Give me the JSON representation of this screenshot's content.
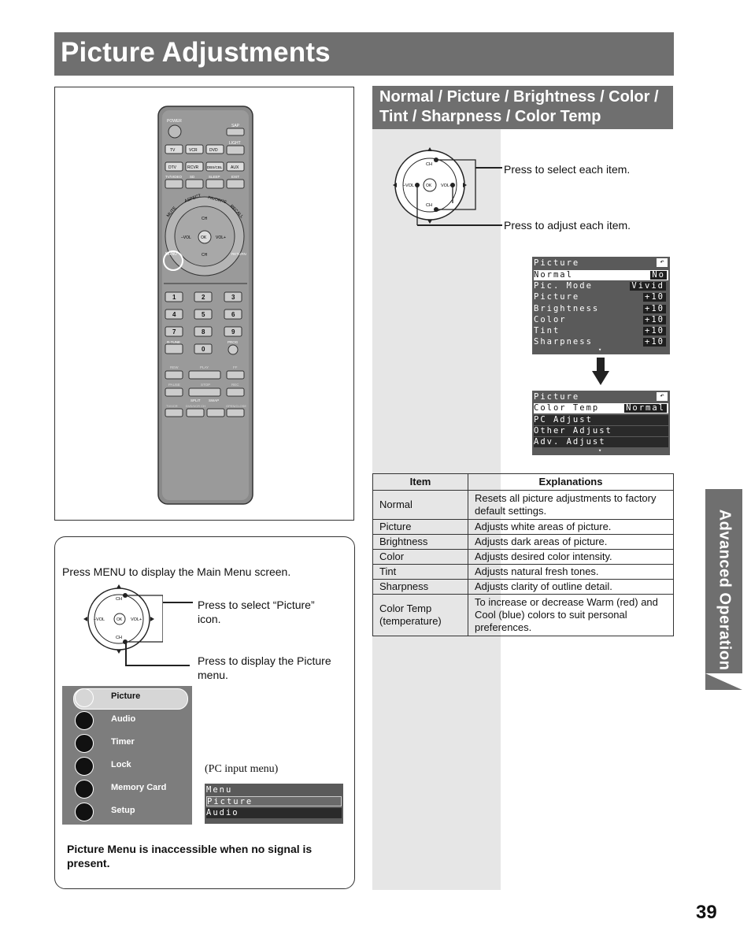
{
  "header": {
    "title": "Picture Adjustments"
  },
  "section": {
    "title": "Normal / Picture / Brightness / Color / Tint / Sharpness / Color Temp"
  },
  "side_tab": "Advanced Operation",
  "page_number": "39",
  "remote": {
    "power": "POWER",
    "sap": "SAP",
    "light": "LIGHT",
    "row1": [
      "TV",
      "VCR",
      "DVD"
    ],
    "row2": [
      "DTV",
      "RCVR",
      "DBS/CBL",
      "AUX"
    ],
    "row3": [
      "TV/VIDEO",
      "SD",
      "SLEEP",
      "EXIT"
    ],
    "arc": [
      "MUTE",
      "ASPECT",
      "FAVORITE",
      "RECALL"
    ],
    "ch": "CH",
    "vol_minus": "–VOL",
    "ok": "OK",
    "vol_plus": "VOL+",
    "menu": "MENU",
    "return": "RETURN",
    "digits": [
      "1",
      "2",
      "3",
      "4",
      "5",
      "6",
      "7",
      "8",
      "9",
      "0"
    ],
    "rtune": "R-TUNE",
    "prog": "PROG",
    "transport1": [
      "REW",
      "PLAY",
      "FF"
    ],
    "transport2": [
      "PAUSE",
      "STOP",
      "REC"
    ],
    "split": "SPLIT",
    "swap": "SWAP",
    "bottom": [
      "TV/VCR",
      "DVD/VCR CH",
      "OPEN/CLOSE"
    ]
  },
  "menu_box": {
    "instruction": "Press MENU to display the Main Menu screen.",
    "callout_select": "Press to select “Picture” icon.",
    "callout_display": "Press to display the Picture menu.",
    "menu_items": [
      "Picture",
      "Audio",
      "Timer",
      "Lock",
      "Memory Card",
      "Setup"
    ],
    "pc_label": "(PC input menu)",
    "pc_menu": [
      "Menu",
      "Picture",
      "Audio"
    ],
    "note": "Picture Menu is inaccessible when no signal is present."
  },
  "callouts": {
    "select": "Press to select each item.",
    "adjust": "Press to adjust each item."
  },
  "osd1": {
    "title": "Picture",
    "rows": [
      {
        "label": "Normal",
        "value": "No"
      },
      {
        "label": "Pic. Mode",
        "value": "Vivid"
      },
      {
        "label": "Picture",
        "value": "+10"
      },
      {
        "label": "Brightness",
        "value": "+10"
      },
      {
        "label": "Color",
        "value": "+10"
      },
      {
        "label": "Tint",
        "value": "+10"
      },
      {
        "label": "Sharpness",
        "value": "+10"
      }
    ]
  },
  "osd2": {
    "title": "Picture",
    "rows": [
      {
        "label": "Color Temp",
        "value": "Normal"
      },
      {
        "label": "PC Adjust",
        "value": ""
      },
      {
        "label": "Other Adjust",
        "value": ""
      },
      {
        "label": "Adv. Adjust",
        "value": ""
      }
    ]
  },
  "table": {
    "headers": [
      "Item",
      "Explanations"
    ],
    "rows": [
      [
        "Normal",
        "Resets all picture adjustments to factory default settings."
      ],
      [
        "Picture",
        "Adjusts white areas of picture."
      ],
      [
        "Brightness",
        "Adjusts dark areas of picture."
      ],
      [
        "Color",
        "Adjusts desired color intensity."
      ],
      [
        "Tint",
        "Adjusts natural fresh tones."
      ],
      [
        "Sharpness",
        "Adjusts clarity of outline detail."
      ],
      [
        "Color Temp (temperature)",
        "To increase or decrease Warm (red) and Cool (blue) colors to suit personal preferences."
      ]
    ]
  }
}
